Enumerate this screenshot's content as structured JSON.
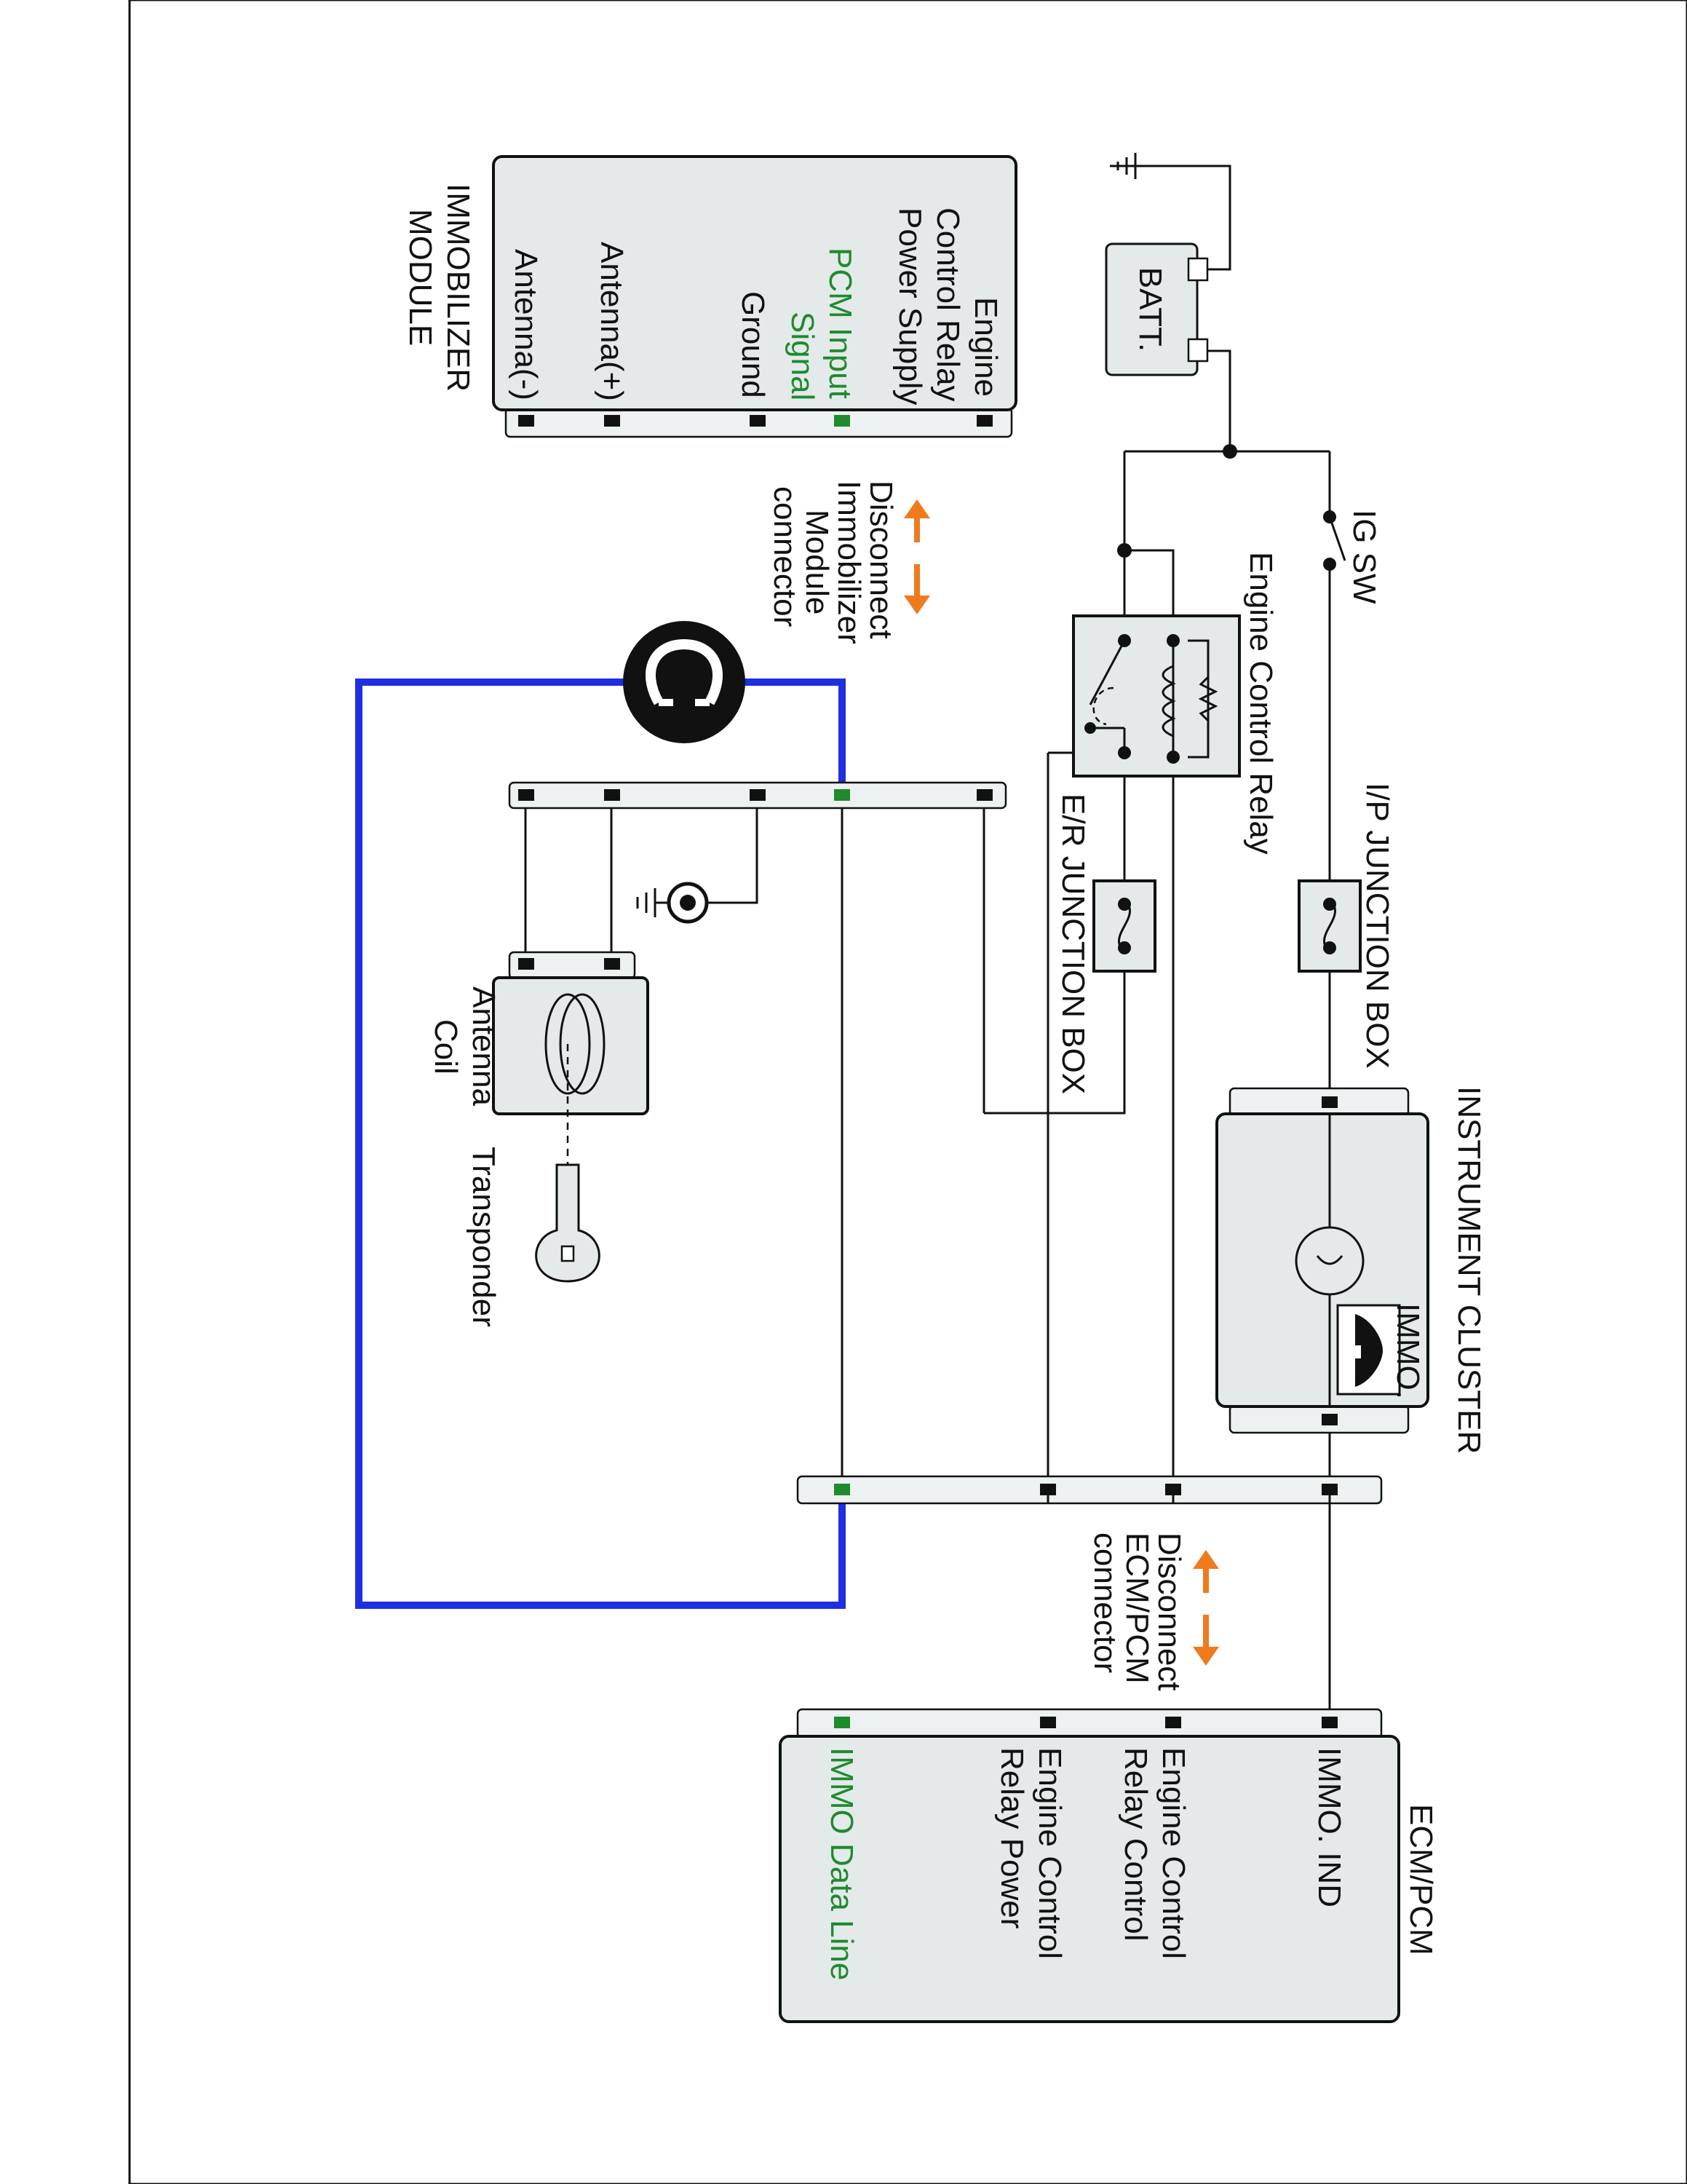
{
  "diagram": {
    "immobilizer_module": {
      "title_line1": "IMMOBILIZER",
      "title_line2": "MODULE",
      "pins": [
        {
          "line1": "Engine",
          "line2": "Control Relay",
          "line3": "Power Supply"
        },
        {
          "line1": "PCM Input",
          "line2": "Signal",
          "line3": ""
        },
        {
          "line1": "Ground",
          "line2": "",
          "line3": ""
        },
        {
          "line1": "Antenna(+)",
          "line2": "",
          "line3": ""
        },
        {
          "line1": "Antenna(-)",
          "line2": "",
          "line3": ""
        }
      ]
    },
    "battery": "BATT.",
    "ig_switch": "IG SW",
    "engine_control_relay": "Engine Control Relay",
    "ip_junction_box": "I/P JUNCTION BOX",
    "er_junction_box": "E/R JUNCTION BOX",
    "disconnect_immobilizer": {
      "line1": "Disconnect",
      "line2": "Immobilizer",
      "line3": "Module",
      "line4": "connector"
    },
    "disconnect_ecm": {
      "line1": "Disconnect",
      "line2": "ECM/PCM",
      "line3": "connector"
    },
    "antenna_coil": {
      "line1": "Antenna",
      "line2": "Coil"
    },
    "transponder": "Transponder",
    "instrument_cluster": "INSTRUMENT CLUSTER",
    "immo_indicator": "IMMO.",
    "ecm_pcm": {
      "title": "ECM/PCM",
      "pins": [
        {
          "line1": "IMMO. IND",
          "line2": ""
        },
        {
          "line1": "Engine Control",
          "line2": "Relay Control"
        },
        {
          "line1": "Engine Control",
          "line2": "Relay Power"
        },
        {
          "line1": "IMMO Data Line",
          "line2": ""
        }
      ]
    },
    "colors": {
      "highlight_wire": "#1f2fe0",
      "highlight_text": "#1f8a2e",
      "disconnect_arrow": "#f07a1e",
      "fault_symbol": "#000000"
    },
    "icons": [
      "ground-icon",
      "fuse-icon",
      "relay-coil-icon",
      "bulb-icon",
      "key-icon",
      "car-immobilizer-icon",
      "open-circuit-icon",
      "double-arrow-icon"
    ]
  }
}
